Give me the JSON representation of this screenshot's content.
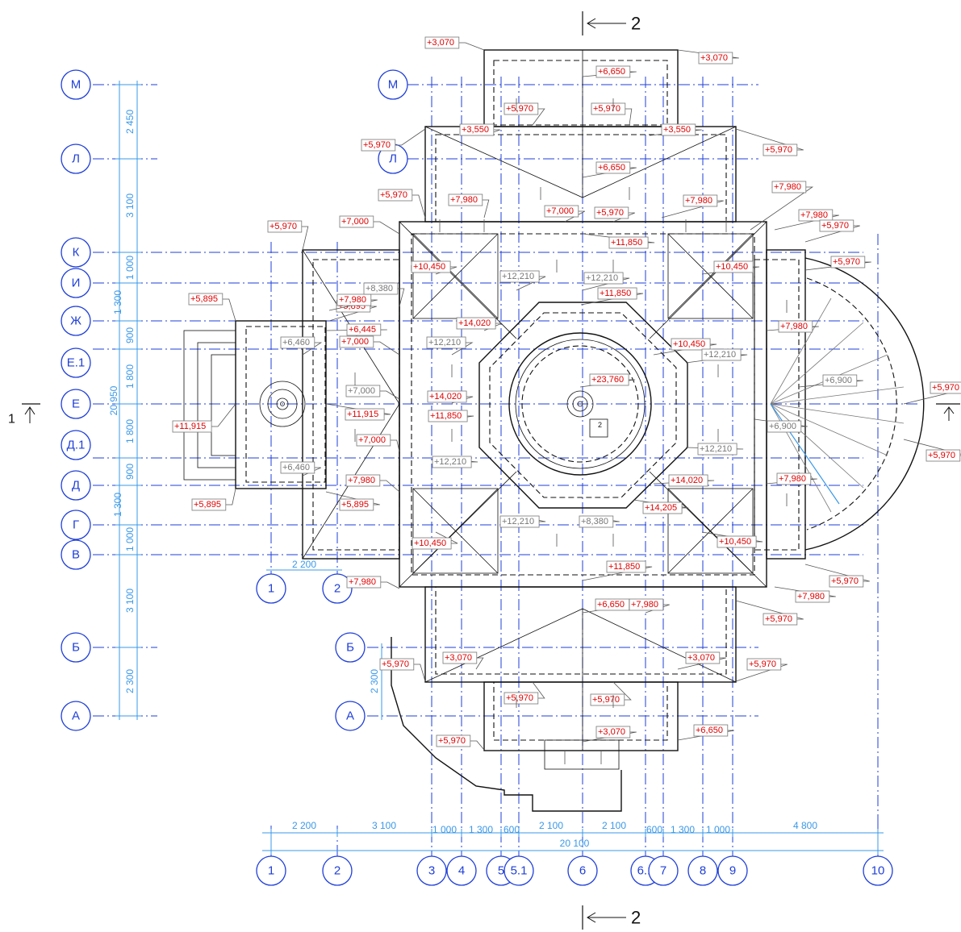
{
  "drawing": {
    "colors": {
      "axis": "#1f3fd8",
      "dimension": "#3a98e8",
      "level_red": "#e00000",
      "level_gray": "#777777",
      "linework": "#111111"
    },
    "section_marks": {
      "top": "2",
      "bottom": "2",
      "left": "1"
    },
    "left_axis_labels": [
      "М",
      "Л",
      "К",
      "И",
      "Ж",
      "Е.1",
      "Е",
      "Д.1",
      "Д",
      "Г",
      "В",
      "Б",
      "А"
    ],
    "inner_axis_labels": [
      "М",
      "Л",
      "Б",
      "А"
    ],
    "inner_column_labels": [
      "1",
      "2"
    ],
    "bottom_axis_labels": [
      "1",
      "2",
      "3",
      "4",
      "5",
      "5.1",
      "6",
      "6.1",
      "7",
      "8",
      "9",
      "10"
    ],
    "vertical_dimensions": [
      "2 450",
      "3 100",
      "1 000",
      "1 300",
      "900",
      "1 800",
      "1 800",
      "900",
      "1 300",
      "1 000",
      "3 100",
      "2 300"
    ],
    "vertical_total": "20 950",
    "horizontal_dimensions": [
      "2 200",
      "3 100",
      "1 000",
      "1 300",
      "600",
      "2 100",
      "2 100",
      "600",
      "1 300",
      "1 000",
      "4 800"
    ],
    "horizontal_total": "20 100",
    "inner_dimensions": [
      "2 200",
      "2 300"
    ],
    "red_levels": [
      "+3,070",
      "+3,070",
      "+6,650",
      "+5,970",
      "+5,970",
      "+3,550",
      "+3,550",
      "+5,970",
      "+5,970",
      "+6,650",
      "+5,970",
      "+7,980",
      "+7,980",
      "+7,000",
      "+7,000",
      "+5,970",
      "+7,980",
      "+7,980",
      "+5,970",
      "+11,850",
      "+5,970",
      "+5,970",
      "+10,450",
      "+10,450",
      "+11,850",
      "+5,895",
      "+5,895",
      "+7,980",
      "+6,445",
      "+14,020",
      "+7,000",
      "+10,450",
      "+7,980",
      "+23,760",
      "+14,020",
      "+11,915",
      "+11,915",
      "+11,850",
      "+5,970",
      "+7,000",
      "+5,970",
      "+7,980",
      "+14,020",
      "+7,980",
      "+5,895",
      "+5,895",
      "+14,205",
      "+10,450",
      "+10,450",
      "+7,980",
      "+11,850",
      "+5,970",
      "+5,970",
      "+7,980",
      "+6,650",
      "+7,980",
      "+5,970",
      "+5,970",
      "+3,070",
      "+3,070",
      "+5,970",
      "+5,970",
      "+5,970",
      "+3,070",
      "+6,650",
      "+3,070"
    ],
    "gray_levels": [
      "+8,380",
      "+12,210",
      "+12,210",
      "+6,460",
      "+12,210",
      "+12,210",
      "+7,000",
      "+6,900",
      "+6,900",
      "+12,210",
      "+6,460",
      "+12,210",
      "+12,210",
      "+8,380"
    ],
    "dome_label": "2"
  }
}
